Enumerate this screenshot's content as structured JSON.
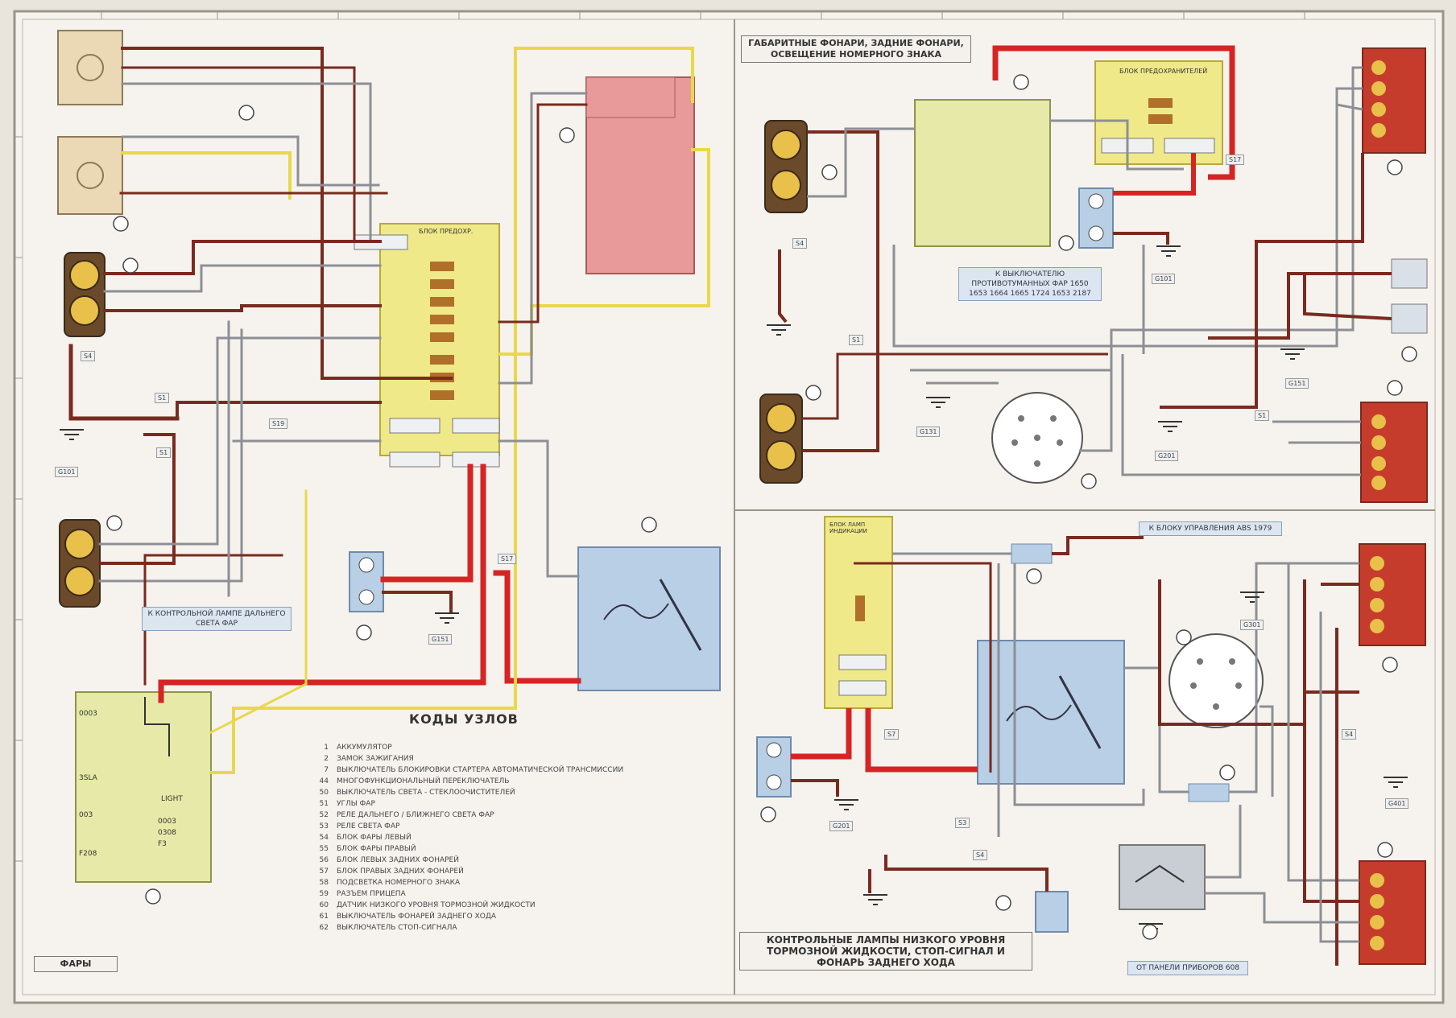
{
  "sheet_label": "ФАРЫ",
  "titles": {
    "lighting": "ГАБАРИТНЫЕ ФОНАРИ, ЗАДНИЕ ФОНАРИ, ОСВЕЩЕНИЕ НОМЕРНОГО ЗНАКА",
    "brake": "КОНТРОЛЬНЫЕ ЛАМПЫ НИЗКОГО УРОВНЯ ТОРМОЗНОЙ ЖИДКОСТИ, СТОП-СИГНАЛ И ФОНАРЬ ЗАДНЕГО ХОДА"
  },
  "notes": {
    "high_beam": "К КОНТРОЛЬНОЙ ЛАМПЕ ДАЛЬНЕГО СВЕТА ФАР",
    "fog": "К ВЫКЛЮЧАТЕЛЮ ПРОТИВОТУМАННЫХ ФАР 1650 1653 1664 1665 1724 1653 2187",
    "abs": "К БЛОКУ УПРАВЛЕНИЯ ABS 1979",
    "dash": "ОТ ПАНЕЛИ ПРИБОРОВ 608"
  },
  "blocks": {
    "fuse_box": "БЛОК ПРЕДОХР.",
    "relay_box": "БЛОК ПРЕДОХРАНИТЕЛЕЙ",
    "fuse_small": "БЛОК ЛАМП ИНДИКАЦИИ"
  },
  "legend": {
    "title": "КОДЫ УЗЛОВ",
    "items": [
      {
        "code": "1",
        "text": "АККУМУЛЯТОР"
      },
      {
        "code": "2",
        "text": "ЗАМОК ЗАЖИГАНИЯ"
      },
      {
        "code": "7",
        "text": "ВЫКЛЮЧАТЕЛЬ БЛОКИРОВКИ СТАРТЕРА АВТОМАТИЧЕСКОЙ ТРАНСМИССИИ"
      },
      {
        "code": "44",
        "text": "МНОГОФУНКЦИОНАЛЬНЫЙ ПЕРЕКЛЮЧАТЕЛЬ"
      },
      {
        "code": "50",
        "text": "ВЫКЛЮЧАТЕЛЬ СВЕТА - СТЕКЛООЧИСТИТЕЛЕЙ"
      },
      {
        "code": "51",
        "text": "УГЛЫ ФАР"
      },
      {
        "code": "52",
        "text": "РЕЛЕ ДАЛЬНЕГО / БЛИЖНЕГО СВЕТА ФАР"
      },
      {
        "code": "53",
        "text": "РЕЛЕ СВЕТА ФАР"
      },
      {
        "code": "54",
        "text": "БЛОК ФАРЫ ЛЕВЫЙ"
      },
      {
        "code": "55",
        "text": "БЛОК ФАРЫ ПРАВЫЙ"
      },
      {
        "code": "56",
        "text": "БЛОК ЛЕВЫХ ЗАДНИХ ФОНАРЕЙ"
      },
      {
        "code": "57",
        "text": "БЛОК ПРАВЫХ ЗАДНИХ ФОНАРЕЙ"
      },
      {
        "code": "58",
        "text": "ПОДСВЕТКА НОМЕРНОГО ЗНАКА"
      },
      {
        "code": "59",
        "text": "РАЗЪЕМ ПРИЦЕПА"
      },
      {
        "code": "60",
        "text": "ДАТЧИК НИЗКОГО УРОВНЯ ТОРМОЗНОЙ ЖИДКОСТИ"
      },
      {
        "code": "61",
        "text": "ВЫКЛЮЧАТЕЛЬ ФОНАРЕЙ ЗАДНЕГО ХОДА"
      },
      {
        "code": "62",
        "text": "ВЫКЛЮЧАТЕЛЬ СТОП-СИГНАЛА"
      }
    ]
  },
  "switch_labels": [
    "0003",
    "3SLA",
    "003",
    "F208"
  ],
  "switch2_labels": [
    "LIGHT",
    "0003",
    "0308",
    "F3"
  ],
  "wire_codes": [
    "S4",
    "S1",
    "S1",
    "S19",
    "S17",
    "S4",
    "S1",
    "S17",
    "S1",
    "S4",
    "S3",
    "S4",
    "S7"
  ],
  "ground_labels": [
    "G101",
    "G151",
    "G131",
    "G101",
    "G201",
    "G151",
    "G201",
    "G301",
    "G401"
  ],
  "colors": {
    "red": "#d62424",
    "brown": "#7a2a1e",
    "yellow": "#e9d84a",
    "grey": "#8d8f95",
    "blue_block": "#b9cfe6",
    "pink_block": "#e89a9a",
    "yellow_block": "#f0e98a",
    "relay_green": "#e6e9a8",
    "tail_lamp": "#c63c2c"
  }
}
